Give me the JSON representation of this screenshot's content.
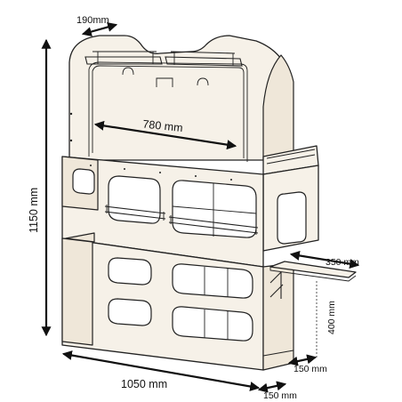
{
  "dimensions": {
    "top_width": "190mm",
    "inner_width": "780 mm",
    "height": "1150 mm",
    "width": "1050 mm",
    "table_length": "350 mm",
    "table_height": "400 mm",
    "depth_upper": "150 mm",
    "depth_lower": "150 mm"
  },
  "colors": {
    "line": "#222222",
    "panel": "#f6f1e8",
    "background": "#ffffff"
  }
}
